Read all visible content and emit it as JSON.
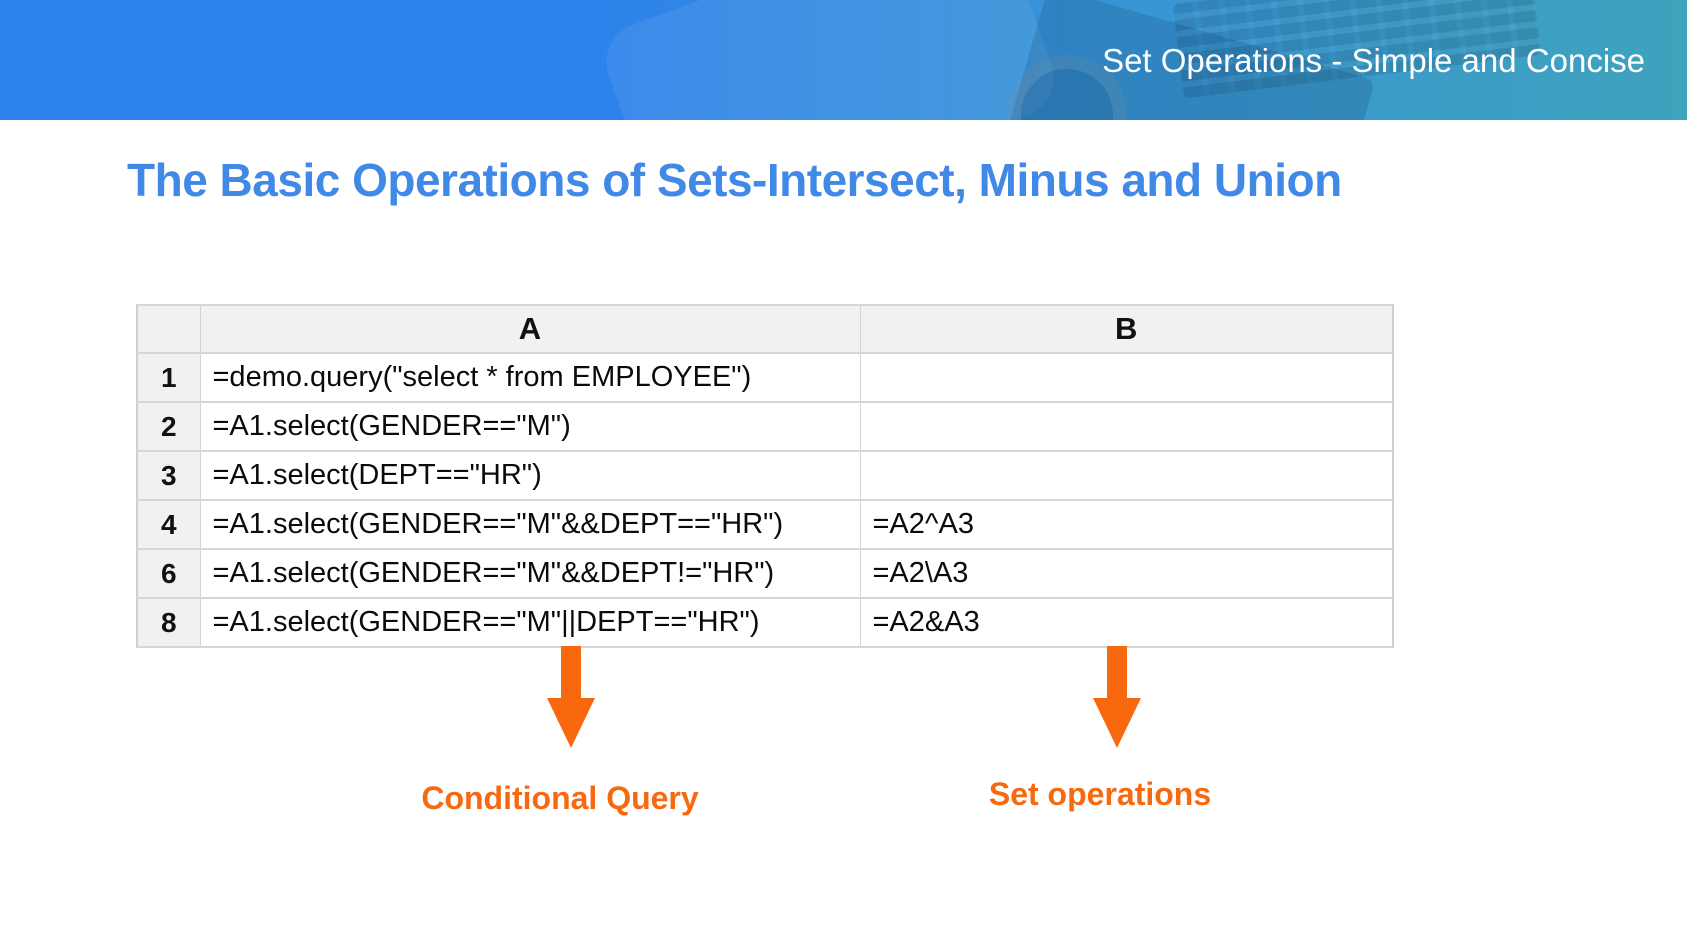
{
  "banner": {
    "title": "Set Operations - Simple and Concise"
  },
  "slide": {
    "title": "The Basic Operations of Sets-Intersect, Minus and Union"
  },
  "table": {
    "corner": "",
    "columns": [
      "A",
      "B"
    ],
    "rows": [
      {
        "num": "1",
        "a": "=demo.query(\"select * from EMPLOYEE\")",
        "b": ""
      },
      {
        "num": "2",
        "a": "=A1.select(GENDER==\"M\")",
        "b": ""
      },
      {
        "num": "3",
        "a": "=A1.select(DEPT==\"HR\")",
        "b": ""
      },
      {
        "num": "4",
        "a": "=A1.select(GENDER==\"M\"&&DEPT==\"HR\")",
        "b": "=A2^A3"
      },
      {
        "num": "6",
        "a": "=A1.select(GENDER==\"M\"&&DEPT!=\"HR\")",
        "b": "=A2\\A3"
      },
      {
        "num": "8",
        "a": "=A1.select(GENDER==\"M\"||DEPT==\"HR\")",
        "b": "=A2&A3"
      }
    ]
  },
  "annotations": [
    {
      "label": "Conditional Query"
    },
    {
      "label": "Set operations"
    }
  ],
  "colors": {
    "banner-blue": "#2E82EC",
    "banner-teal": "#3FA3BC",
    "title-blue": "#4189E6",
    "accent-orange": "#F8690F",
    "table-border": "#D6D6D6",
    "header-bg": "#F1F1F2"
  }
}
